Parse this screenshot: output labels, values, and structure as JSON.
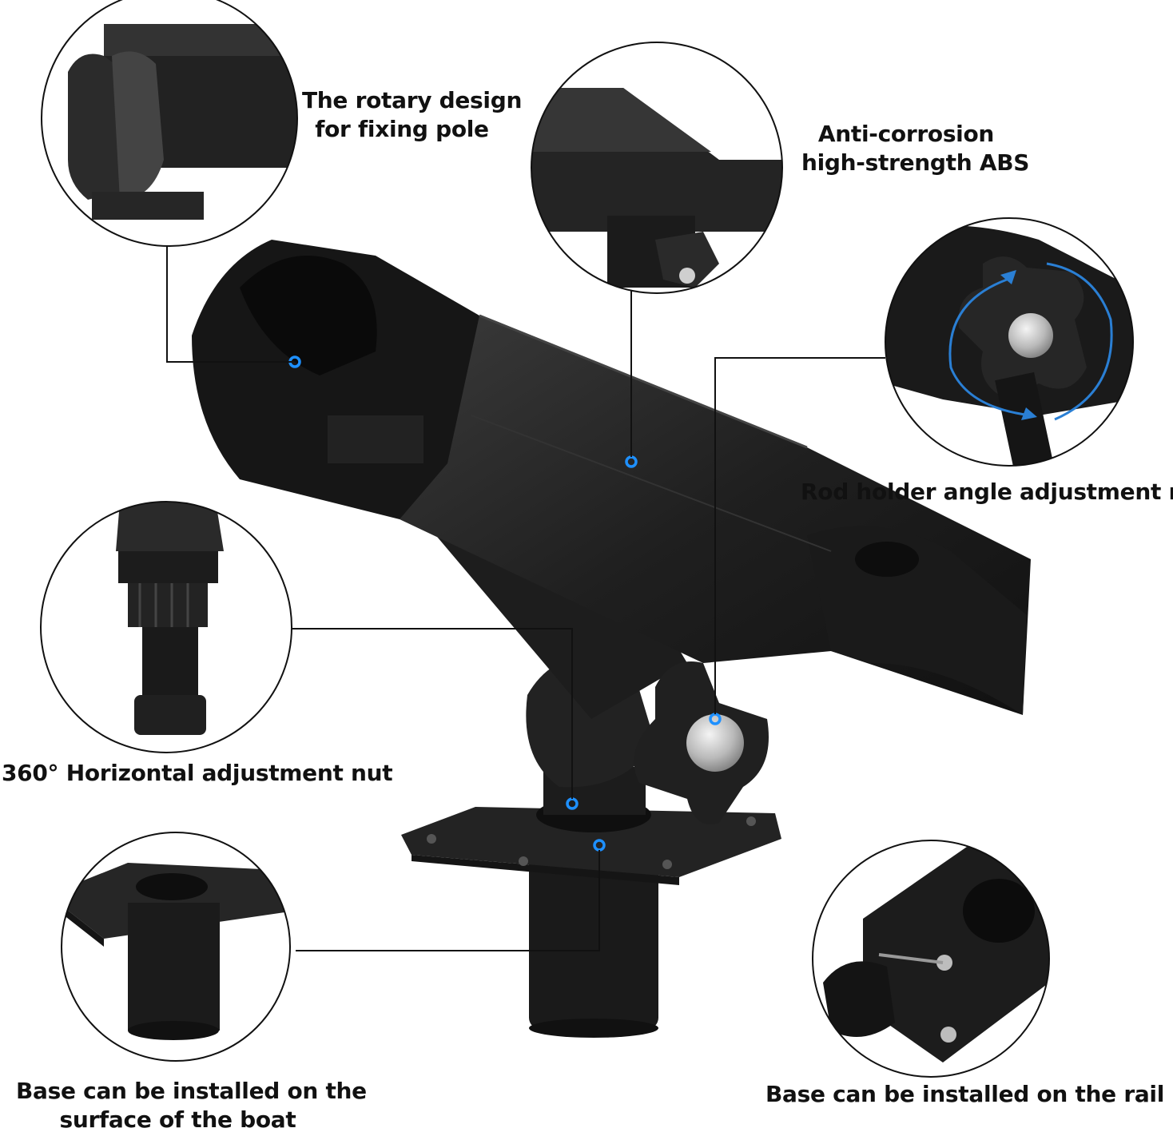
{
  "captions": {
    "rotary": {
      "line1": "The rotary design",
      "line2": "for fixing pole"
    },
    "abs": {
      "line1": "Anti-corrosion",
      "line2": "high-strength ABS"
    },
    "angle_nut": {
      "text": "Rod holder angle adjustment nut"
    },
    "horizontal_nut": {
      "text": "360° Horizontal adjustment nut"
    },
    "surface_base": {
      "line1": "Base can be installed on the",
      "line2": "surface of the boat"
    },
    "rail_base": {
      "text": "Base can be installed on the rail"
    }
  },
  "colors": {
    "product": "#1b1b1b",
    "product_highlight": "#3a3a3a",
    "callout_marker": "#1e90ff",
    "rotation_arrow": "#2a7fd4",
    "leader_line": "#111111",
    "circle_border": "#111111"
  },
  "icons": {
    "callout_marker": "blue-ring-dot",
    "rotation_arrow": "curved-double-arrow"
  }
}
